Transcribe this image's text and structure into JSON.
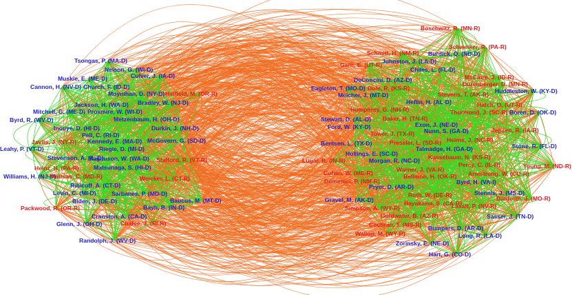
{
  "colors": {
    "democrat": "#1f1fd0",
    "republican": "#e31a1c",
    "cross_party_edge": "#f26b1d",
    "same_party_edge": "#33dd22",
    "background": "#ffffff"
  },
  "left_cluster_nodes": [
    {
      "label": "Tsongas, P. (MA-D)",
      "party": "D"
    },
    {
      "label": "Nelson, G. (WI-D)",
      "party": "D"
    },
    {
      "label": "Culver, J. (IA-D)",
      "party": "D"
    },
    {
      "label": "Muskie, E. (ME-D)",
      "party": "D"
    },
    {
      "label": "Cannon, H. (NV-D)",
      "party": "D"
    },
    {
      "label": "Church, F. (ID-D)",
      "party": "D"
    },
    {
      "label": "Moynihan, D. (NY-D)",
      "party": "D"
    },
    {
      "label": "Hatfield, M. (OR-R)",
      "party": "R"
    },
    {
      "label": "Bradley, W. (NJ-D)",
      "party": "D"
    },
    {
      "label": "Jackson, H. (WA-D)",
      "party": "D"
    },
    {
      "label": "Mitchell, G. (ME-D)",
      "party": "D"
    },
    {
      "label": "Proxmire, W. (WI-D)",
      "party": "D"
    },
    {
      "label": "Metzenbaum, H. (OH-D)",
      "party": "D"
    },
    {
      "label": "Byrd, R. (WV-D)",
      "party": "D"
    },
    {
      "label": "Inouye, D. (HI-D)",
      "party": "D"
    },
    {
      "label": "Durkin, J. (NH-D)",
      "party": "D"
    },
    {
      "label": "Pell, C. (RI-D)",
      "party": "D"
    },
    {
      "label": "Javits, J. (NY-R)",
      "party": "R"
    },
    {
      "label": "Kennedy, E. (MA-D)",
      "party": "D"
    },
    {
      "label": "McGovern, G. (SD-D)",
      "party": "D"
    },
    {
      "label": "Leahy, P. (VT-D)",
      "party": "D"
    },
    {
      "label": "Riegle, D. (MI-D)",
      "party": "D"
    },
    {
      "label": "Stevenson, A. (IL-D)",
      "party": "D"
    },
    {
      "label": "Magnuson, W. (WA-D)",
      "party": "D"
    },
    {
      "label": "Stafford, R. (VT-R)",
      "party": "R"
    },
    {
      "label": "Matsunaga, S. (HI-D)",
      "party": "D"
    },
    {
      "label": "Heinz, H. (PA-R)",
      "party": "R"
    },
    {
      "label": "Williams, H. (NJ-D)",
      "party": "D"
    },
    {
      "label": "Mathias, C. (MD-R)",
      "party": "R"
    },
    {
      "label": "Weicker, L. (CT-R)",
      "party": "R"
    },
    {
      "label": "Ribicoff, A. (CT-D)",
      "party": "D"
    },
    {
      "label": "Levin, C. (MI-D)",
      "party": "D"
    },
    {
      "label": "Sarbanes, P. (MD-D)",
      "party": "D"
    },
    {
      "label": "Biden, J. (DE-D)",
      "party": "D"
    },
    {
      "label": "Baucus, M. (MT-D)",
      "party": "D"
    },
    {
      "label": "Packwood, R. (OR-R)",
      "party": "R"
    },
    {
      "label": "Bayh, B. (IN-D)",
      "party": "D"
    },
    {
      "label": "Cranston, A. (CA-D)",
      "party": "D"
    },
    {
      "label": "Glenn, J. (OH-D)",
      "party": "D"
    },
    {
      "label": "Chafee, J. (RI-R)",
      "party": "R"
    },
    {
      "label": "Randolph, J. (WV-D)",
      "party": "D"
    }
  ],
  "right_cluster_nodes": [
    {
      "label": "Boschwitz, R. (MN-R)",
      "party": "R"
    },
    {
      "label": "Schweiker, R. (PA-R)",
      "party": "R"
    },
    {
      "label": "Schmitt, H. (NM-R)",
      "party": "R"
    },
    {
      "label": "Burdick, Q. (ND-D)",
      "party": "D"
    },
    {
      "label": "Garn, E. (UT-R)",
      "party": "R"
    },
    {
      "label": "Johnston, J. (LA-D)",
      "party": "D"
    },
    {
      "label": "Chiles, L. (FL-D)",
      "party": "D"
    },
    {
      "label": "DeConcini, D. (AZ-D)",
      "party": "D"
    },
    {
      "label": "McClure, J. (ID-R)",
      "party": "R"
    },
    {
      "label": "Durenberger, D. (MN-R)",
      "party": "R"
    },
    {
      "label": "Eagleton, T. (MO-D)",
      "party": "D"
    },
    {
      "label": "Dole, R. (KS-R)",
      "party": "R"
    },
    {
      "label": "Huddleston, W. (KY-D)",
      "party": "D"
    },
    {
      "label": "Meicher, J. (MT-D)",
      "party": "D"
    },
    {
      "label": "Stevens, T. (AK-R)",
      "party": "R"
    },
    {
      "label": "Heflin, H. (AL-D)",
      "party": "D"
    },
    {
      "label": "Hatch, O. (UT-R)",
      "party": "R"
    },
    {
      "label": "Humphrey, G. (NH-R)",
      "party": "R"
    },
    {
      "label": "Thurmond, J. (SC-R)",
      "party": "R"
    },
    {
      "label": "Boren, D. (OK-D)",
      "party": "D"
    },
    {
      "label": "Stewart, D. (AL-D)",
      "party": "D"
    },
    {
      "label": "Baker, H. (TN-R)",
      "party": "R"
    },
    {
      "label": "Exon, J. (NE-D)",
      "party": "D"
    },
    {
      "label": "Ford, W. (KY-D)",
      "party": "D"
    },
    {
      "label": "Nunn, S. (GA-D)",
      "party": "D"
    },
    {
      "label": "Jepsen, R. (IA-R)",
      "party": "R"
    },
    {
      "label": "Tower, J. (TX-R)",
      "party": "R"
    },
    {
      "label": "Heims, J. (NC-R)",
      "party": "R"
    },
    {
      "label": "Bentsen, L. (TX-D)",
      "party": "D"
    },
    {
      "label": "Pressler, L. (SD-R)",
      "party": "R"
    },
    {
      "label": "Stone, R. (FL-D)",
      "party": "D"
    },
    {
      "label": "Talmadge, H. (GA-D)",
      "party": "D"
    },
    {
      "label": "Hollings, E. (SC-D)",
      "party": "D"
    },
    {
      "label": "Kassebaum, N. (KS-R)",
      "party": "R"
    },
    {
      "label": "Lugar, R. (IN-R)",
      "party": "R"
    },
    {
      "label": "Morgan, R. (NC-D)",
      "party": "D"
    },
    {
      "label": "Percy, C. (IL-R)",
      "party": "R"
    },
    {
      "label": "Young, M. (ND-R)",
      "party": "R"
    },
    {
      "label": "Cohen, W. (ME-R)",
      "party": "R"
    },
    {
      "label": "Warner, J. (VA-R)",
      "party": "R"
    },
    {
      "label": "Armstrong, W. (CO-R)",
      "party": "R"
    },
    {
      "label": "Bellmon, H. (OK-R)",
      "party": "R"
    },
    {
      "label": "Domenici, P. (NM-R)",
      "party": "R"
    },
    {
      "label": "Byrd, H. (VA-I)",
      "party": "D"
    },
    {
      "label": "Pryor, D. (AR-D)",
      "party": "D"
    },
    {
      "label": "Danforth, J. (MO-R)",
      "party": "R"
    },
    {
      "label": "Stennis, J. (MS-D)",
      "party": "D"
    },
    {
      "label": "Roth, W. (DE-R)",
      "party": "R"
    },
    {
      "label": "Gravel, M. (AK-D)",
      "party": "D"
    },
    {
      "label": "Hayakawa, S. (CA-R)",
      "party": "R"
    },
    {
      "label": "Laxalt, P. (NV-R)",
      "party": "R"
    },
    {
      "label": "Simpson, A. (WY-R)",
      "party": "R"
    },
    {
      "label": "Sasser, J. (TN-D)",
      "party": "D"
    },
    {
      "label": "Goldwater, B. (AZ-R)",
      "party": "R"
    },
    {
      "label": "Cochran, T. (MS-R)",
      "party": "R"
    },
    {
      "label": "Bumpers, D. (AR-D)",
      "party": "D"
    },
    {
      "label": "Wallop, M. (WY-R)",
      "party": "R"
    },
    {
      "label": "Long, R. (LA-D)",
      "party": "D"
    },
    {
      "label": "Zorinsky, E. (NE-D)",
      "party": "D"
    },
    {
      "label": "Hart, G. (CO-D)",
      "party": "D"
    }
  ]
}
